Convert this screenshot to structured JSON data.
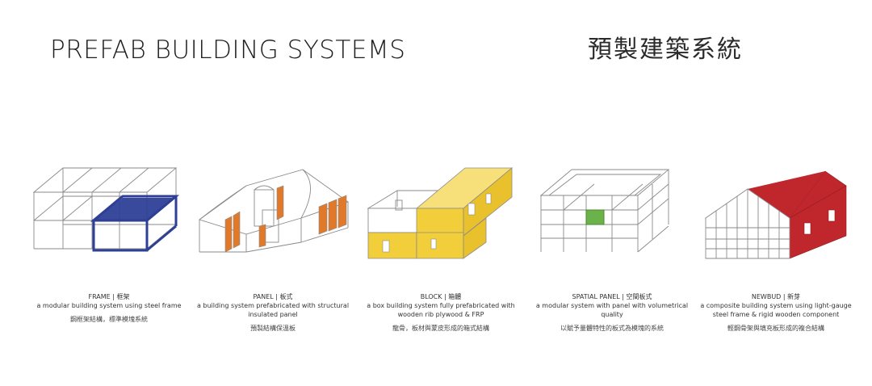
{
  "header": {
    "title_en": "PREFAB BUILDING SYSTEMS",
    "title_zh": "預製建築系統"
  },
  "colors": {
    "frame_accent": "#2e3f96",
    "panel_accent": "#e07a2a",
    "block_accent": "#f2cf3a",
    "spatial_accent": "#6bb24a",
    "newbud_accent": "#c0272d"
  },
  "systems": [
    {
      "name": "FRAME",
      "name_zh": "框架",
      "description": "a modular building system using steel frame",
      "description_zh": "鋼框架結構，標準模塊系統"
    },
    {
      "name": "PANEL",
      "name_zh": "板式",
      "description": "a building system prefabricated with structural insulated panel",
      "description_zh": "預製結構保溫板"
    },
    {
      "name": "BLOCK",
      "name_zh": "箱體",
      "description": "a box building system fully prefabricated with wooden rib plywood & FRP",
      "description_zh": "龍骨，板材與蒙皮形成的箱式結構"
    },
    {
      "name": "SPATIAL PANEL",
      "name_zh": "空間板式",
      "description": "a modular system with panel with volumetrical quality",
      "description_zh": "以賦予量體特性的板式為模塊的系統"
    },
    {
      "name": "NEWBUD",
      "name_zh": "新芽",
      "description": "a composite building system using light-gauge steel frame & rigid wooden component",
      "description_zh": "輕鋼骨架與填充板形成的複合結構"
    }
  ]
}
